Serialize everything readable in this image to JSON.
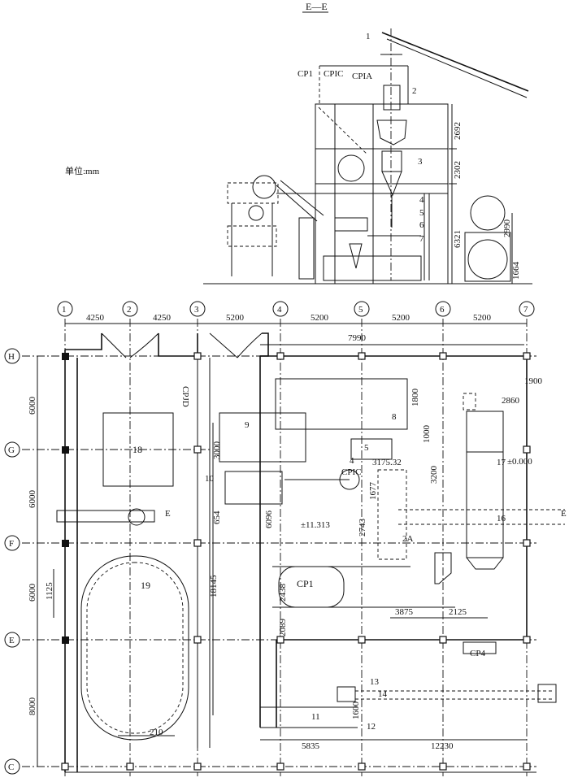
{
  "elevation": {
    "title": "E—E",
    "unit_label": "单位:mm",
    "callouts": [
      "1",
      "2",
      "3",
      "4",
      "5",
      "6",
      "7"
    ],
    "equipment": [
      "CP1",
      "CPIC",
      "CPIA"
    ],
    "dims": [
      "2692",
      "2302",
      "6321",
      "2990",
      "1664"
    ]
  },
  "plan": {
    "grid_columns": [
      "1",
      "2",
      "3",
      "4",
      "5",
      "6",
      "7"
    ],
    "grid_rows": [
      "H",
      "G",
      "F",
      "E",
      "C"
    ],
    "top_dims": [
      "4250",
      "4250",
      "5200",
      "5200",
      "5200",
      "5200"
    ],
    "left_dims": [
      "6000",
      "6000",
      "6000",
      "8000",
      "1125"
    ],
    "labels": {
      "l18": "18",
      "l19": "19",
      "cpjd": "CPJD",
      "l9": "9",
      "l8": "8",
      "l5": "5",
      "l4": "4",
      "l10": "10",
      "cpic": "CPIC",
      "l2a": "2A",
      "l17": "17",
      "l16": "16",
      "cp1": "CP1",
      "cp4": "CP4",
      "l13": "13",
      "l14": "14",
      "l12": "12",
      "l11": "11",
      "sec_left": "E",
      "sec_right": "E"
    },
    "dims": {
      "d7990": "7990",
      "d1900": "1900",
      "d2860": "2860",
      "d1800": "1800",
      "d1000": "1000",
      "d317532": "3175.32",
      "d1677": "1677",
      "d3200": "3200",
      "d3000": "3000",
      "d654": "654",
      "d6096": "6096",
      "d11313": "±11.313",
      "d2743": "2743",
      "d0000": "±0.000",
      "d18145": "18145",
      "d2438": "2438",
      "d2089": "2089",
      "d3875": "3875",
      "d2125": "2125",
      "d1600": "1600",
      "d5835": "5835",
      "d12230": "12230",
      "d210": "210"
    }
  }
}
